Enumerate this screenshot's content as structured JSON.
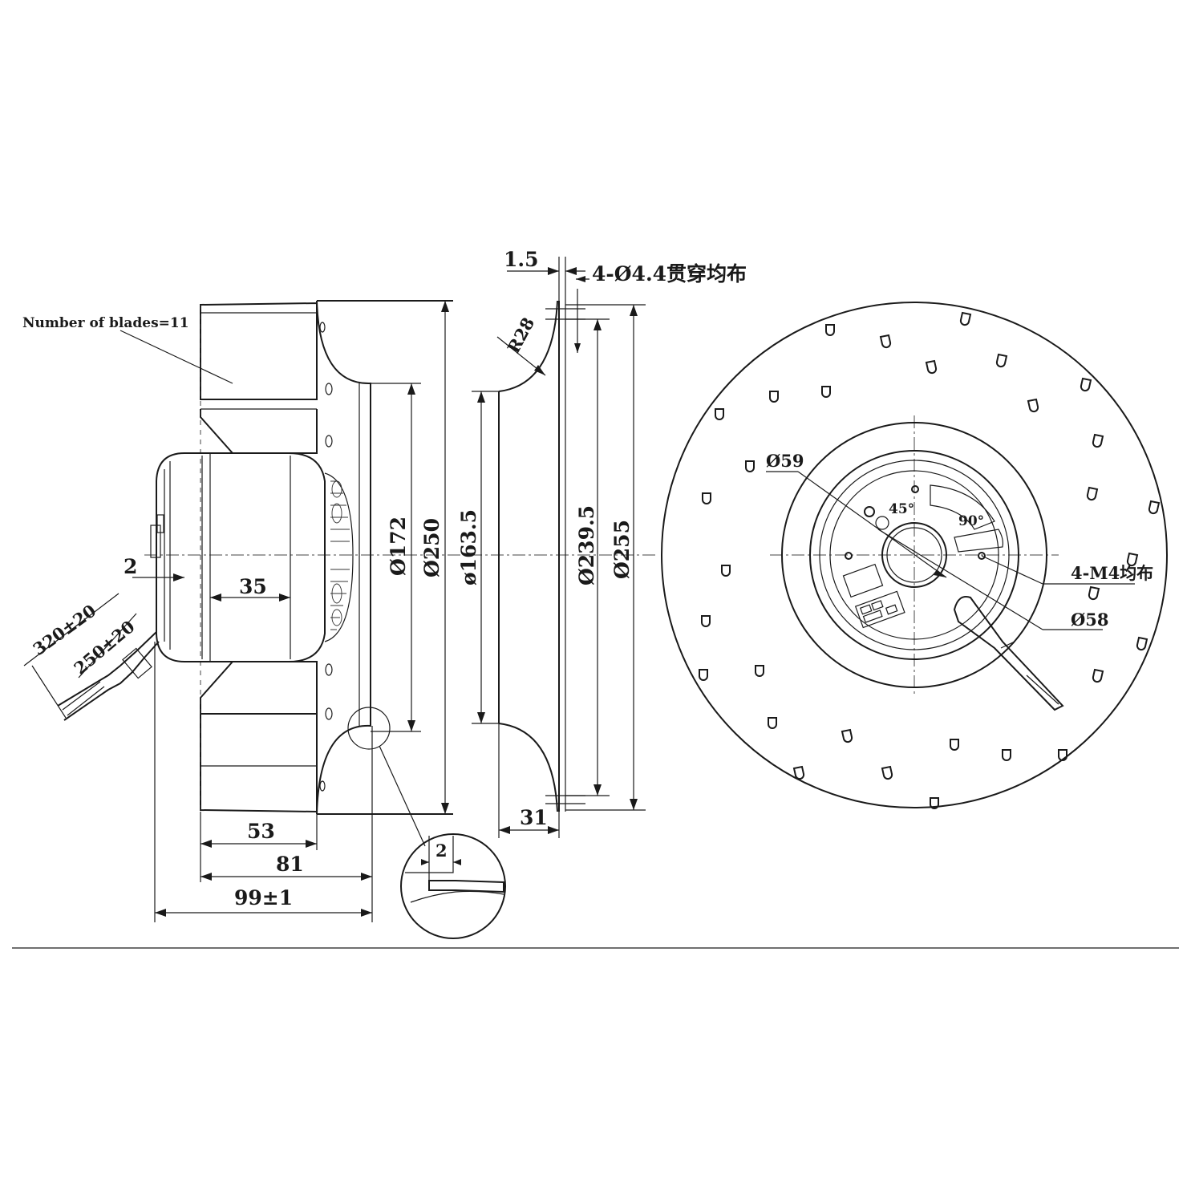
{
  "notes": {
    "blades": "Number of blades=11",
    "holes": "4-Ø4.4贯穿均布",
    "m4": "4-M4均布"
  },
  "dimensions": {
    "d1_5": "1.5",
    "r28": "R28",
    "d172": "Ø172",
    "d250": "Ø250",
    "d163_5": "ø163.5",
    "d239_5": "Ø239.5",
    "d255": "Ø255",
    "d2_left": "2",
    "d35": "35",
    "d320": "320±20",
    "d250_20": "250±20",
    "d53": "53",
    "d81": "81",
    "d99": "99±1",
    "d31": "31",
    "d2_detail": "2",
    "d59": "Ø59",
    "d58": "Ø58",
    "a45": "45°",
    "a90": "90°"
  }
}
